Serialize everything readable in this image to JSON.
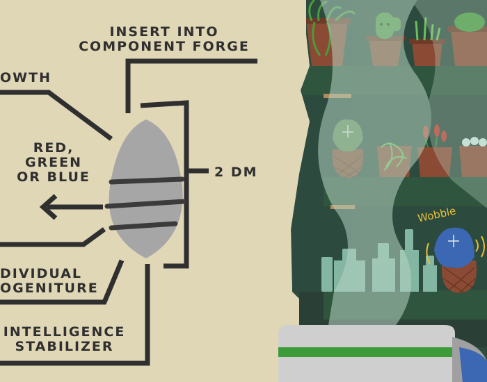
{
  "diagram": {
    "labels": {
      "insert": [
        "INSERT INTO",
        "COMPONENT FORGE"
      ],
      "growth": "OWTH",
      "color": [
        "RED,",
        "GREEN",
        "OR BLUE"
      ],
      "size": "2 DM",
      "individual": [
        "DIVIDUAL",
        "OGENITURE"
      ],
      "intelligence": [
        "INTELLIGENCE",
        "STABILIZER"
      ]
    },
    "colors": {
      "background": "#e0d7b7",
      "line": "#2f2f2f",
      "seed": "#a6a6a6",
      "seed_band": "#3b3b3b"
    }
  },
  "scene": {
    "sound_effect": "Wobble",
    "colors": {
      "wall": "#2c4a3d",
      "shelf": "#30553f",
      "pot": "#8a4a33",
      "plant": "#4c9a3e",
      "bottle": "#84b7a3",
      "mist": "#b7d4c3",
      "wobble": "#e8c13a",
      "stripe": "#3e9b3a"
    },
    "icons": [
      "cactus-plant",
      "potted-plants",
      "pepper-plant",
      "seed-pod-green",
      "seed-pod-blue",
      "glass-bottles",
      "incubator-machine"
    ]
  }
}
